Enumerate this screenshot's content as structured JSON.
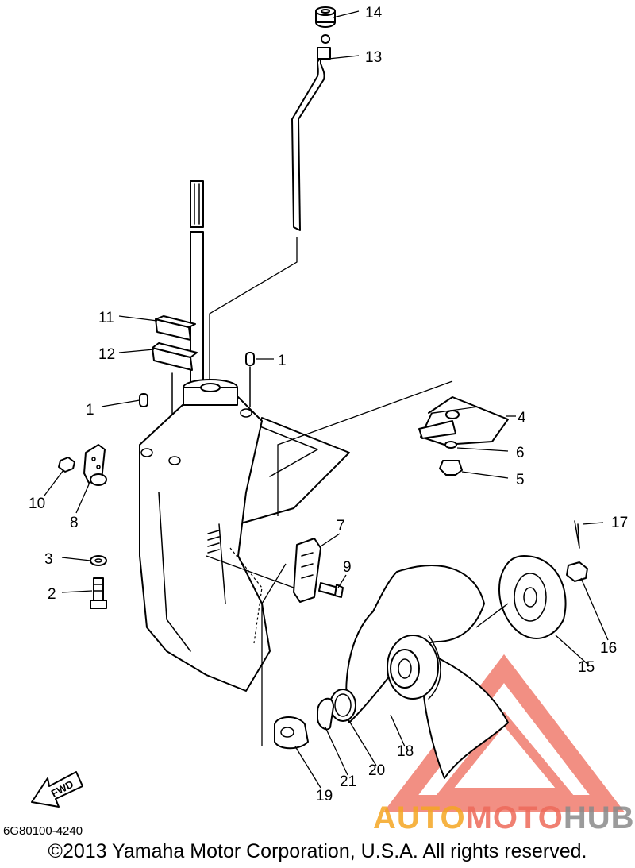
{
  "diagram": {
    "part_code": "6G80100-4240",
    "copyright": "©2013 Yamaha Motor Corporation, U.S.A. All rights reserved.",
    "fwd_label": "FWD",
    "callouts": [
      "14",
      "13",
      "11",
      "12",
      "1",
      "1",
      "4",
      "6",
      "5",
      "10",
      "8",
      "3",
      "2",
      "7",
      "9",
      "17",
      "16",
      "15",
      "18",
      "20",
      "21",
      "19"
    ]
  },
  "watermark": {
    "part1": "AUTO",
    "part2": "MOTO",
    "part3": "HUB",
    "colors": {
      "auto": "#f5a623",
      "moto": "#ee6a5a",
      "hub": "#8a8a8a",
      "triangle": "#ee6a5a"
    }
  }
}
